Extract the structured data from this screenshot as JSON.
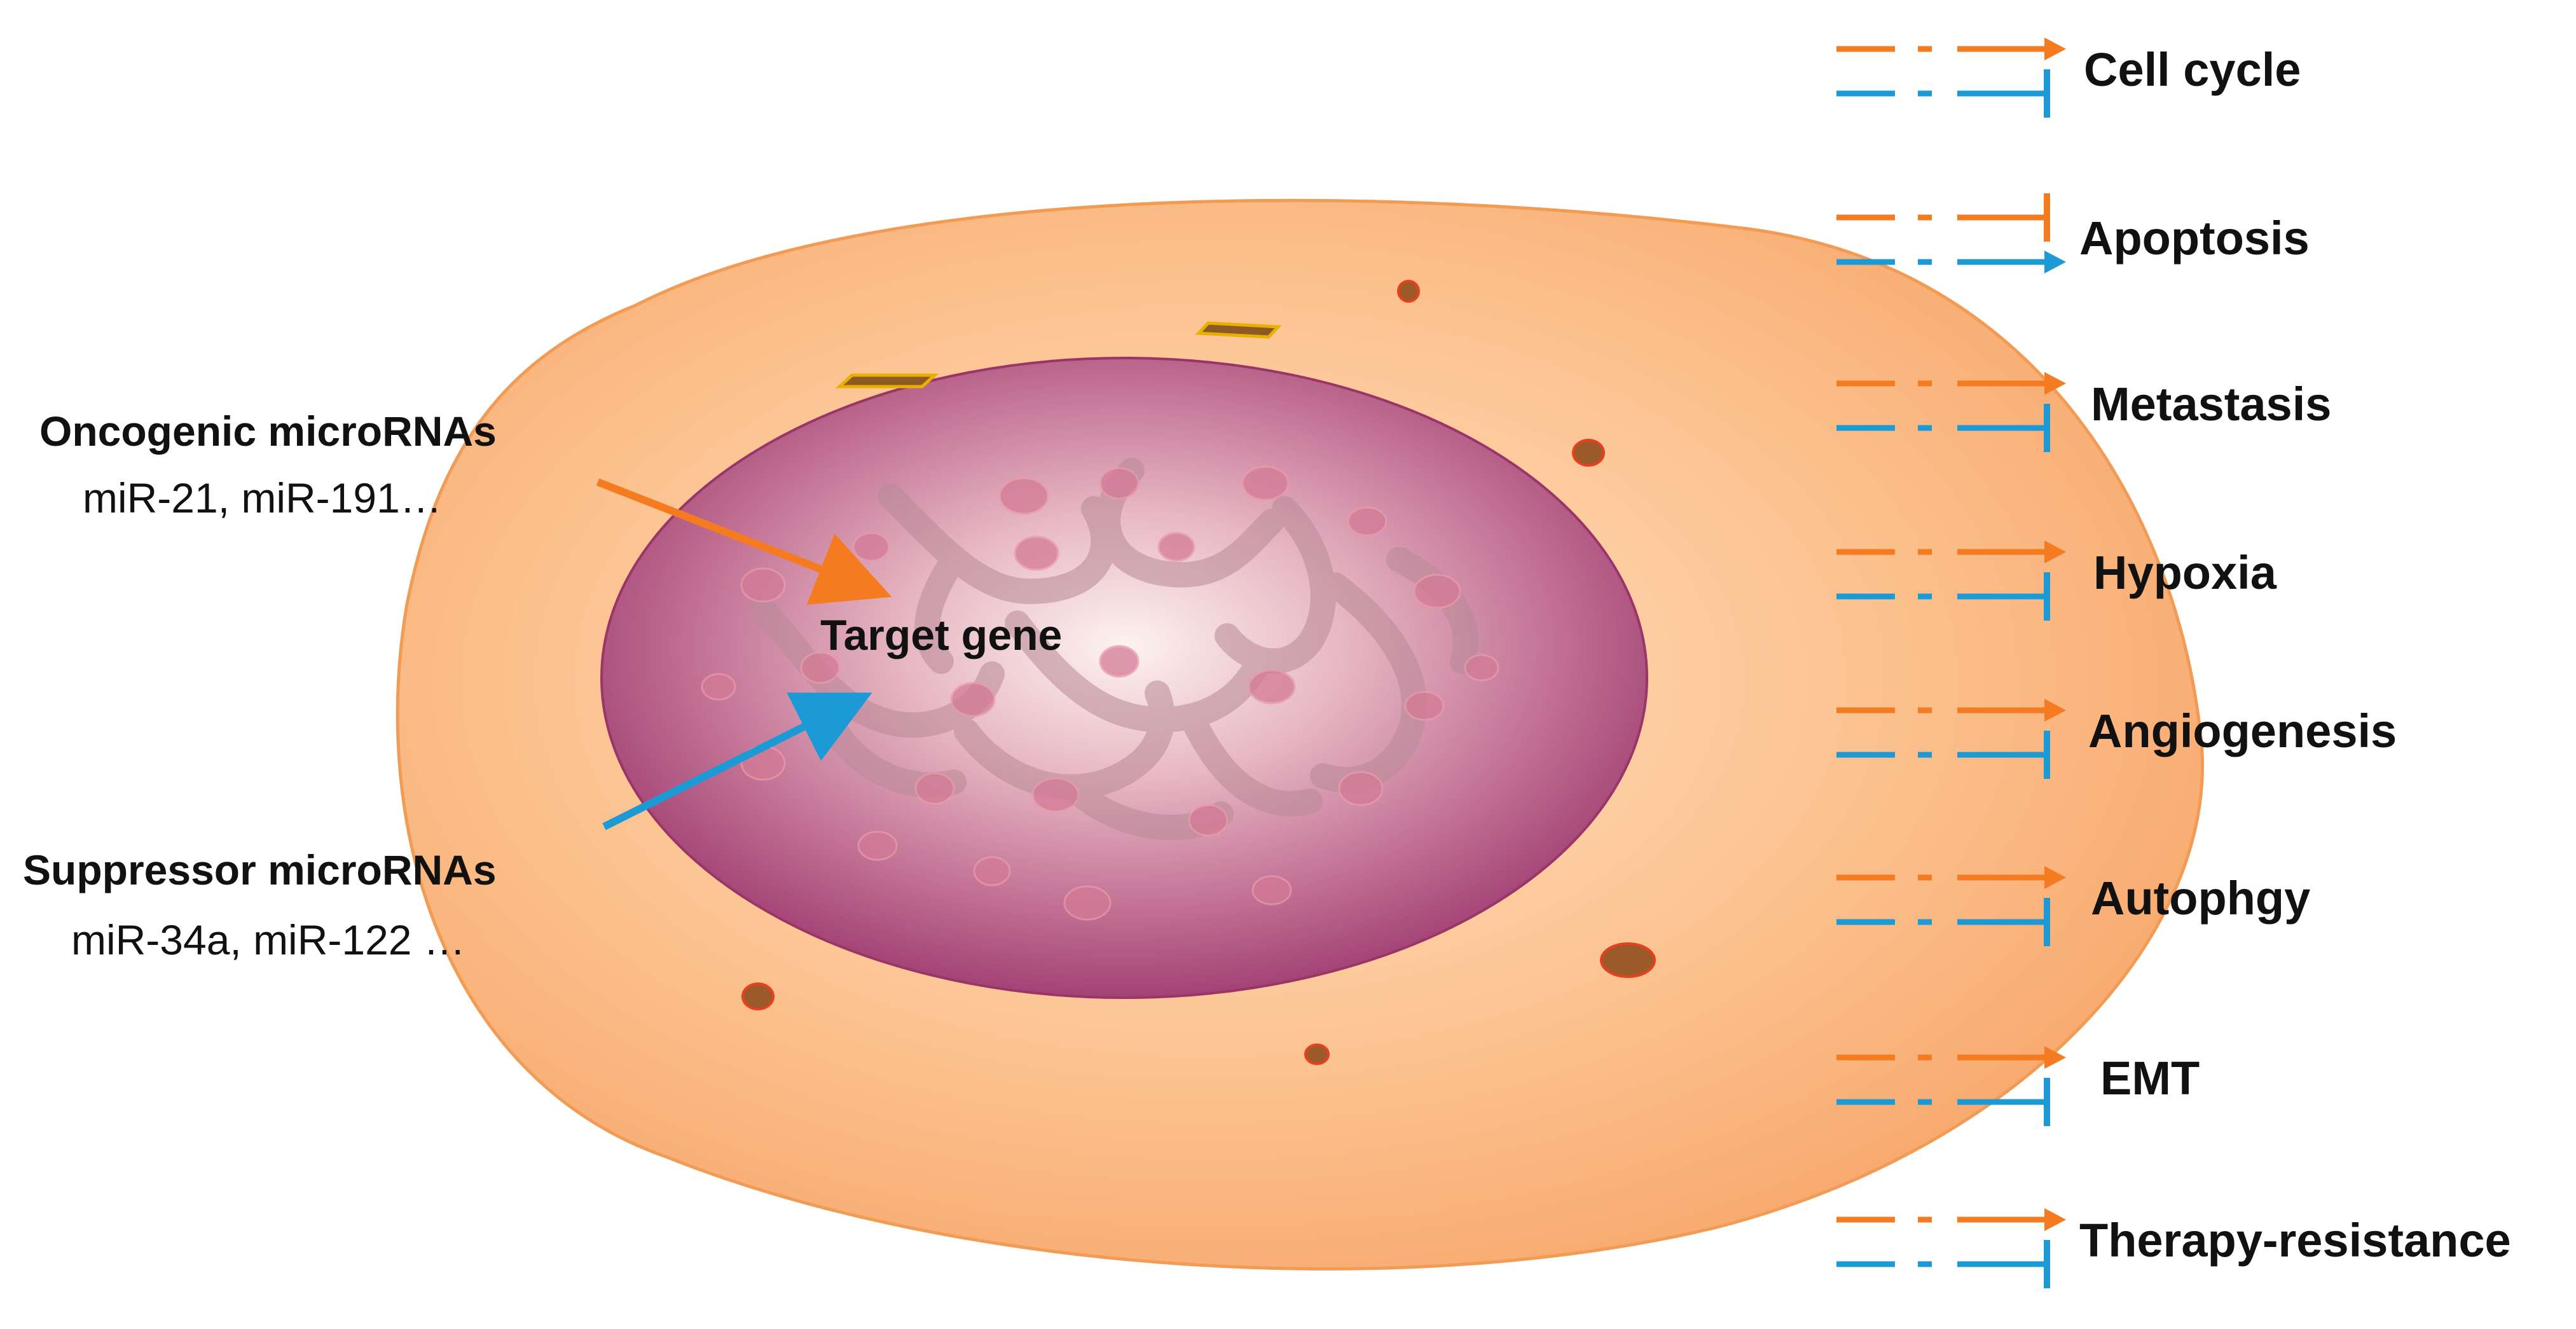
{
  "left_labels": {
    "oncogenic_title": "Oncogenic microRNAs",
    "oncogenic_examples": "miR-21, miR-191…",
    "suppressor_title": "Suppressor microRNAs",
    "suppressor_examples": "miR-34a, miR-122 …"
  },
  "center_label": "Target gene",
  "processes": [
    "Cell cycle",
    "Apoptosis",
    "Metastasis",
    "Hypoxia",
    "Angiogenesis",
    "Autophgy",
    "EMT",
    "Therapy-resistance"
  ],
  "process_legend": [
    {
      "orange": "arrow",
      "blue": "bar"
    },
    {
      "orange": "bar",
      "blue": "arrow"
    },
    {
      "orange": "arrow",
      "blue": "bar"
    },
    {
      "orange": "arrow",
      "blue": "bar"
    },
    {
      "orange": "arrow",
      "blue": "bar"
    },
    {
      "orange": "arrow",
      "blue": "bar"
    },
    {
      "orange": "arrow",
      "blue": "bar"
    },
    {
      "orange": "arrow",
      "blue": "bar"
    }
  ],
  "colors": {
    "oncogenic": "#F47B20",
    "suppressor": "#1C9AD6",
    "cell_body": "#FBB88A",
    "cell_edge": "#F4A15C",
    "nucleus_outer": "#A03A6E",
    "nucleus_inner": "#FBEFE9"
  }
}
